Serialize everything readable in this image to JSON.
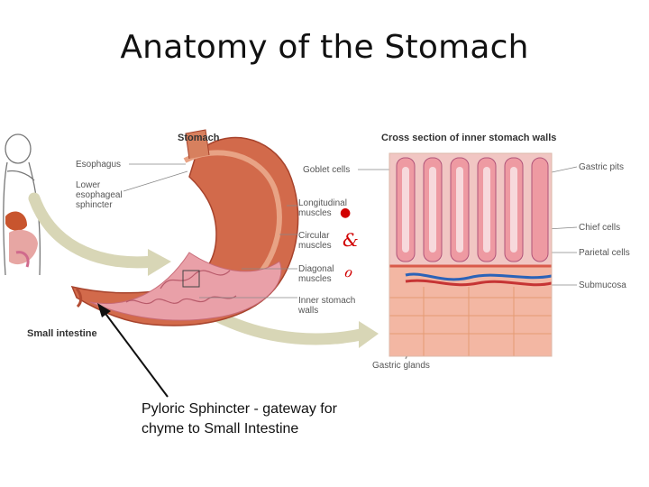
{
  "slide": {
    "title": "Anatomy of the Stomach",
    "caption_line1": "Pyloric Sphincter - gateway for",
    "caption_line2": "chyme to Small Intestine"
  },
  "figure": {
    "stomach_heading": "Stomach",
    "cross_section_heading": "Cross section of inner stomach walls",
    "labels": {
      "esophagus": "Esophagus",
      "lower_sphincter_1": "Lower",
      "lower_sphincter_2": "esophageal",
      "lower_sphincter_3": "sphincter",
      "goblet": "Goblet cells",
      "longitudinal_1": "Longitudinal",
      "longitudinal_2": "muscles",
      "circular_1": "Circular",
      "circular_2": "muscles",
      "diagonal_1": "Diagonal",
      "diagonal_2": "muscles",
      "inner_1": "Inner stomach",
      "inner_2": "walls",
      "small_intestine": "Small intestine",
      "gastric_pits": "Gastric pits",
      "chief": "Chief cells",
      "parietal": "Parietal cells",
      "submucosa": "Submucosa",
      "gastric_glands": "Gastric glands"
    },
    "bullet_glyphs": {
      "dot": "●",
      "glyph2": "&",
      "glyph3": "ℴ"
    }
  }
}
